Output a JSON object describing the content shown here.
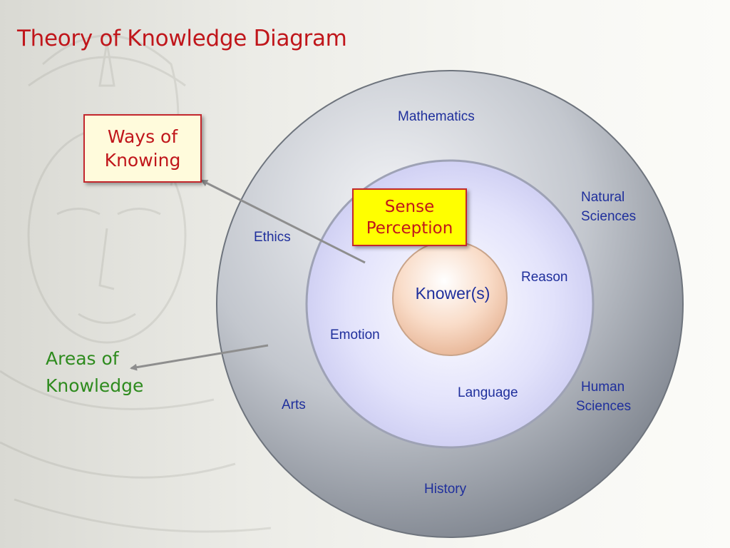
{
  "slide": {
    "title": "Theory of Knowledge Diagram"
  },
  "callouts": {
    "ways_of_knowing": [
      "Ways of",
      "Knowing"
    ],
    "areas_of_knowledge": [
      "Areas of",
      "Knowledge"
    ]
  },
  "highlighted_way": [
    "Sense",
    "Perception"
  ],
  "center": "Knower(s)",
  "ways_of_knowing": {
    "reason": "Reason",
    "emotion": "Emotion",
    "language": "Language"
  },
  "areas_of_knowledge": {
    "mathematics": "Mathematics",
    "natural_sciences": [
      "Natural",
      "Sciences"
    ],
    "ethics": "Ethics",
    "human_sciences": [
      "Human",
      "Sciences"
    ],
    "arts": "Arts",
    "history": "History"
  },
  "colors": {
    "title": "#c0161b",
    "callout_border": "#c3272d",
    "areas_text": "#2e8b1e",
    "label_text": "#1f2f9c",
    "highlight_fill": "#ffff00",
    "note_fill": "#fffbdc",
    "inner_ring": "#dcdcfa",
    "outer_ring": "#a9b0bb",
    "center_circle": "#f7d7c1",
    "arrow": "#8e8e8e"
  }
}
